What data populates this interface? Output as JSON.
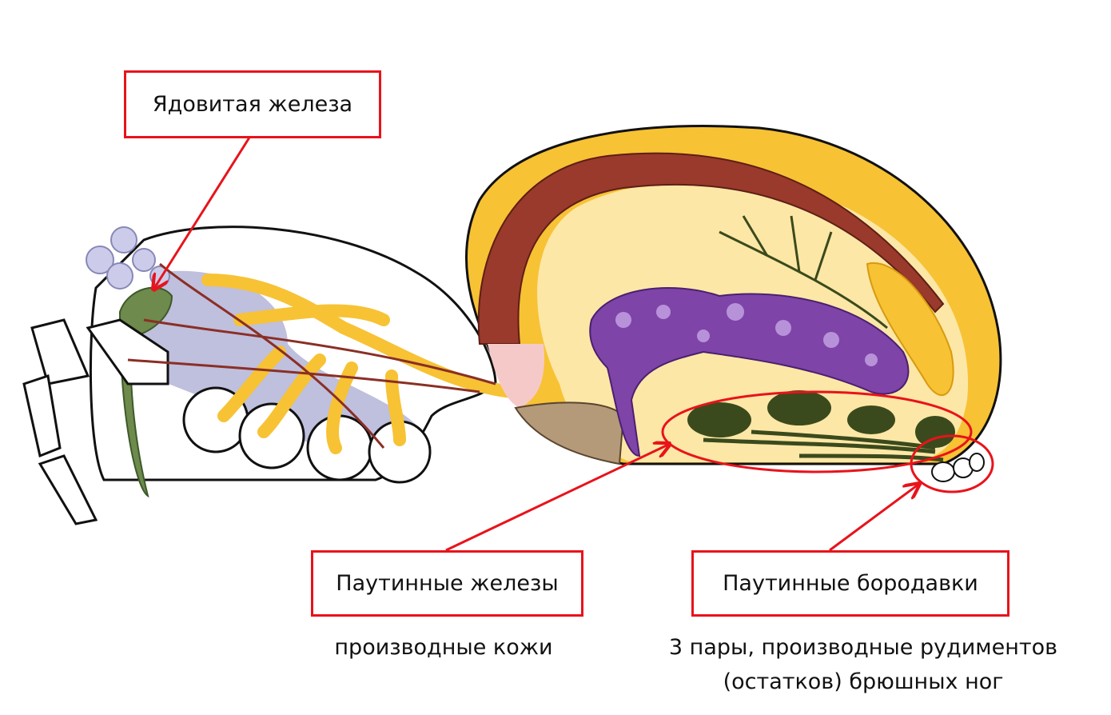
{
  "labels": {
    "venom_gland": "Ядовитая железа",
    "silk_glands": "Паутинные железы",
    "silk_glands_note": "производные кожи",
    "spinnerets": "Паутинные бородавки",
    "spinnerets_note_line1": "3 пары, производные рудиментов",
    "spinnerets_note_line2": "(остатков) брюшных ног"
  },
  "colors": {
    "label_border": "#e8131b",
    "arrow": "#e8131b",
    "fat_body": "#f7c234",
    "heart": "#9a3a2c",
    "gut": "#7e44a8",
    "silk_gland": "#3b4a1c",
    "nervous": "#b4b4d8"
  }
}
